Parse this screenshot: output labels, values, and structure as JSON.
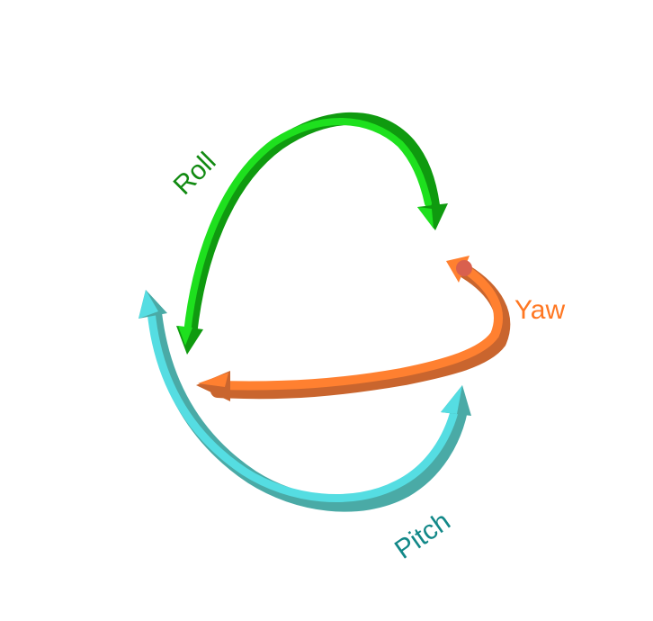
{
  "labels": {
    "roll": "Roll",
    "yaw": "Yaw",
    "pitch": "Pitch"
  },
  "colors": {
    "roll_light": "#1ee01e",
    "roll_dark": "#0f9a0f",
    "roll_text": "#118a11",
    "yaw_light": "#ff8030",
    "yaw_dark": "#c9652e",
    "yaw_tip": "#d9604e",
    "yaw_text": "#ff7722",
    "pitch_light": "#55dde2",
    "pitch_dark": "#4aaaa6",
    "pitch_text": "#128888"
  }
}
